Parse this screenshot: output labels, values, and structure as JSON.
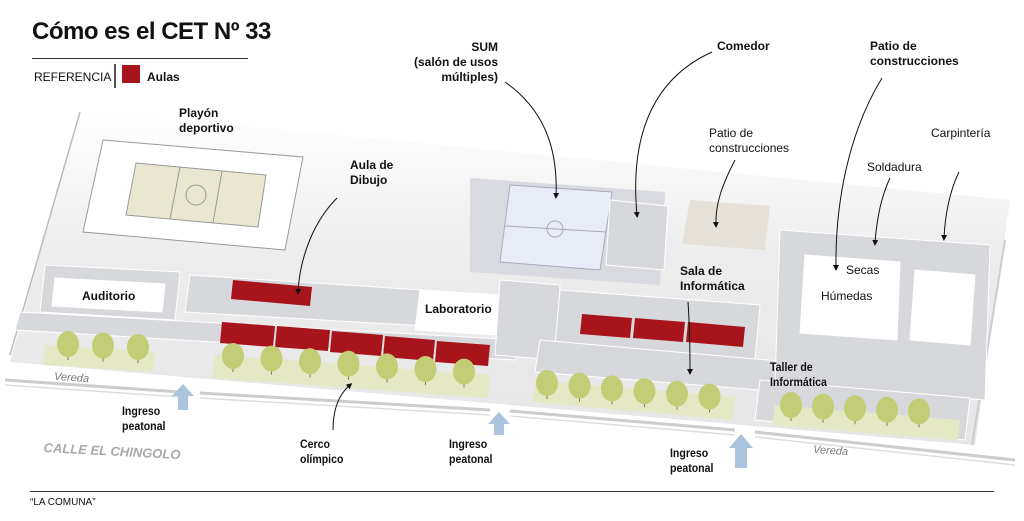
{
  "header": {
    "title": "Cómo es el CET Nº 33",
    "legend_label": "REFERENCIA",
    "legend_item": "Aulas",
    "legend_color": "#a8141c"
  },
  "labels": {
    "playon": [
      "Playón",
      "deportivo"
    ],
    "sum": [
      "SUM",
      "(salón de usos",
      "múltiples)"
    ],
    "comedor": "Comedor",
    "patio_bold": [
      "Patio de",
      "construcciones"
    ],
    "patio_plain": [
      "Patio de",
      "construcciones"
    ],
    "carpinteria": "Carpintería",
    "soldadura": "Soldadura",
    "secas": "Secas",
    "humedas": "Húmedas",
    "aula_dibujo": [
      "Aula de",
      "Dibujo"
    ],
    "auditorio": "Auditorio",
    "laboratorio": "Laboratorio",
    "sala_informatica": [
      "Sala de",
      "Informática"
    ],
    "taller_informatica": [
      "Taller de",
      "Informática"
    ],
    "cerco": [
      "Cerco",
      "olímpico"
    ],
    "ingreso": [
      "Ingreso",
      "peatonal"
    ],
    "vereda": "Vereda",
    "calle": "CALLE EL CHINGOLO"
  },
  "colors": {
    "aula": "#a8141c",
    "tree": "#c3cd76",
    "grass": "#e4e8c4",
    "building": "#d7d8dc",
    "arrow": "#a9c4dc"
  },
  "footer": {
    "credit": "“LA COMUNA”"
  }
}
